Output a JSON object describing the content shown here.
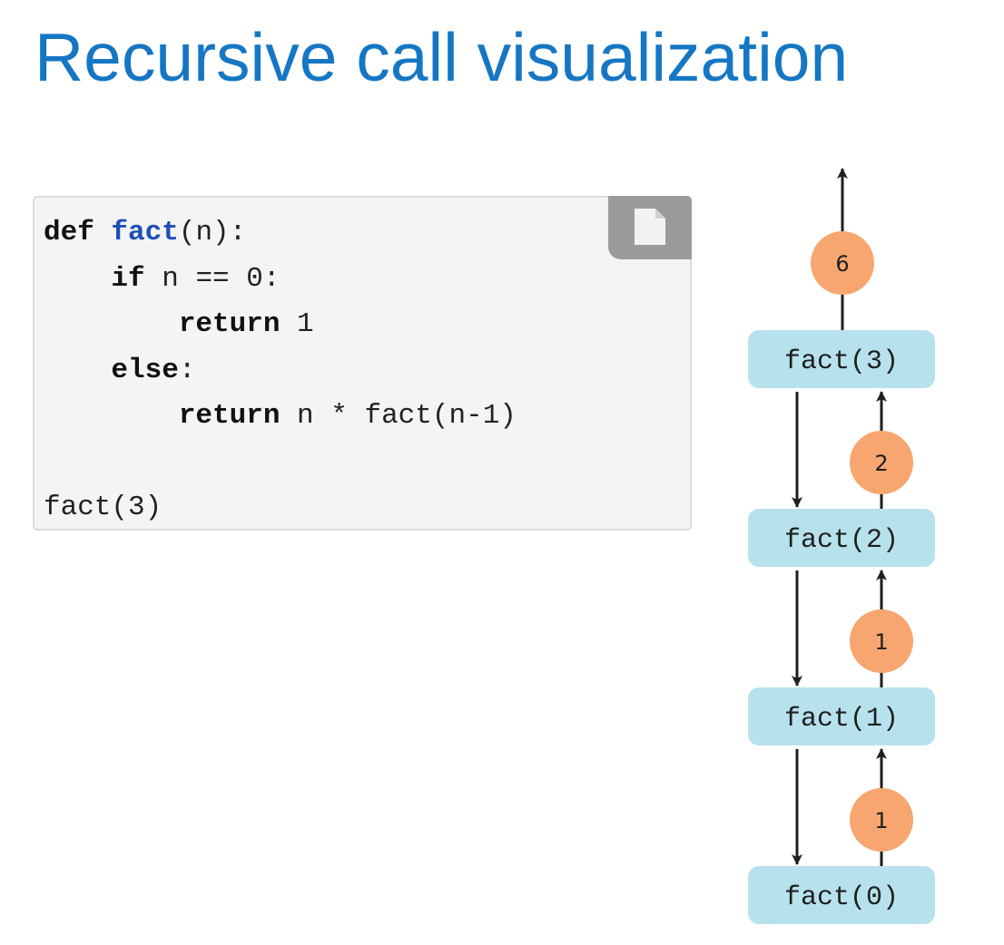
{
  "title": "Recursive call visualization",
  "code": {
    "lines": [
      [
        {
          "t": "def",
          "c": "kw"
        },
        {
          "t": " ",
          "c": ""
        },
        {
          "t": "fact",
          "c": "fn"
        },
        {
          "t": "(n):",
          "c": ""
        }
      ],
      [
        {
          "t": "    ",
          "c": ""
        },
        {
          "t": "if",
          "c": "kw"
        },
        {
          "t": " n == 0:",
          "c": ""
        }
      ],
      [
        {
          "t": "        ",
          "c": ""
        },
        {
          "t": "return",
          "c": "kw"
        },
        {
          "t": " 1",
          "c": ""
        }
      ],
      [
        {
          "t": "    ",
          "c": ""
        },
        {
          "t": "else",
          "c": "kw"
        },
        {
          "t": ":",
          "c": ""
        }
      ],
      [
        {
          "t": "        ",
          "c": ""
        },
        {
          "t": "return",
          "c": "kw"
        },
        {
          "t": " n * fact(n-1)",
          "c": ""
        }
      ],
      [
        {
          "t": "",
          "c": ""
        }
      ],
      [
        {
          "t": "fact(3)",
          "c": ""
        }
      ]
    ],
    "copy_icon": "document-icon"
  },
  "diagram": {
    "calls": [
      "fact(3)",
      "fact(2)",
      "fact(1)",
      "fact(0)"
    ],
    "return_values": [
      "6",
      "2",
      "1",
      "1"
    ],
    "colors": {
      "call_box": "#b7e1ed",
      "value_circle": "#f7a670",
      "arrow": "#1f1f1f"
    }
  }
}
